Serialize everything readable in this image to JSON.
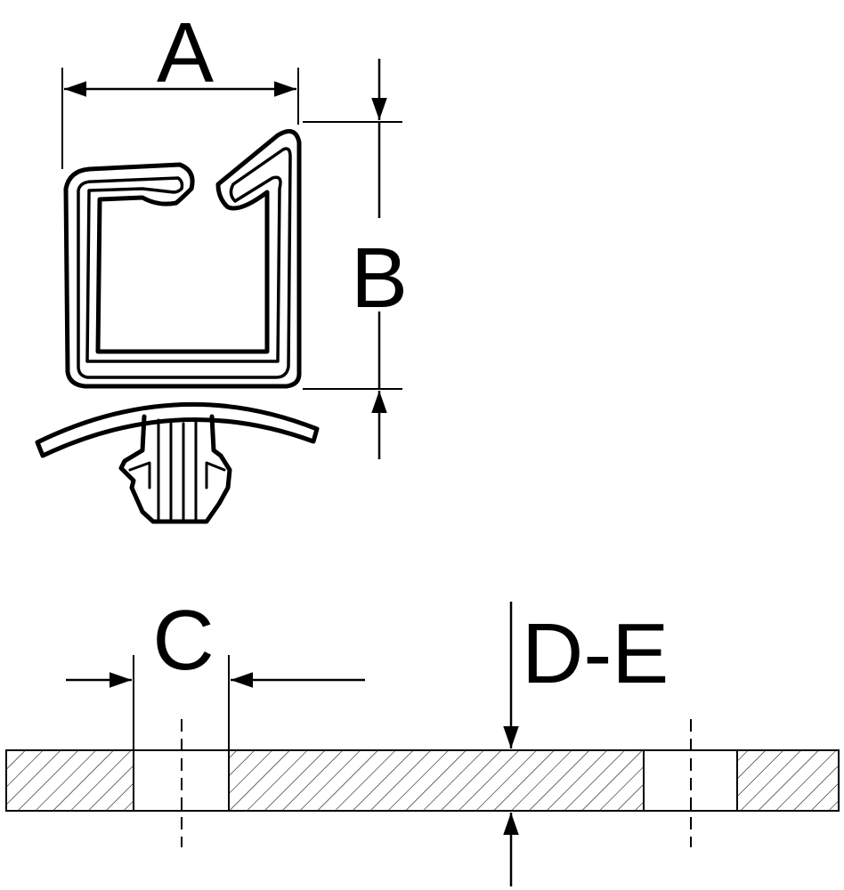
{
  "labels": {
    "a": "A",
    "b": "B",
    "c": "C",
    "de": "D-E"
  },
  "colors": {
    "line": "#000000",
    "background": "#ffffff"
  }
}
